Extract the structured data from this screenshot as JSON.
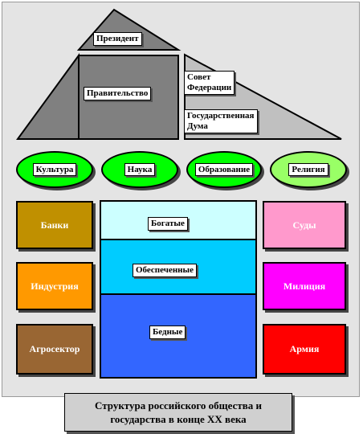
{
  "power": {
    "president": "Президент",
    "government": "Правительство",
    "federation_council": [
      "Совет",
      "Федерации"
    ],
    "state_duma": [
      "Государственная",
      "Дума"
    ]
  },
  "spheres": [
    "Культура",
    "Наука",
    "Образование",
    "Религия"
  ],
  "left_boxes": [
    "Банки",
    "Индустрия",
    "Агросектор"
  ],
  "society_layers": [
    "Богатые",
    "Обеспеченные",
    "Бедные"
  ],
  "right_boxes": [
    "Суды",
    "Милиция",
    "Армия"
  ],
  "caption": [
    "Структура российского общества и",
    "государства в конце XX века"
  ],
  "colors": {
    "pyramid_dark": "#808080",
    "pyramid_light": "#c0c0c0",
    "oval_green": "#00ff00",
    "oval_light_green": "#99ff66",
    "banks": "#c09000",
    "industry": "#ff9900",
    "agro": "#996633",
    "rich": "#ccffff",
    "middle": "#00ccff",
    "poor": "#3366ff",
    "courts": "#ff99cc",
    "police": "#ff00ff",
    "army": "#ff0000"
  }
}
